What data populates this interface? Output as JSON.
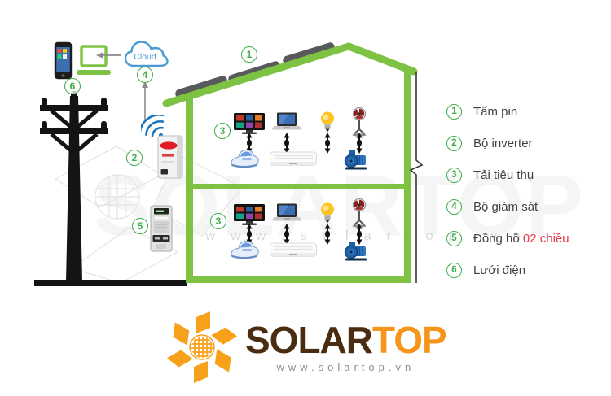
{
  "diagram": {
    "cloud_label": "Cloud",
    "markers": {
      "panel": "1",
      "inverter": "2",
      "load_upper": "3",
      "load_lower": "3",
      "monitor": "4",
      "meter": "5",
      "grid": "6"
    }
  },
  "legend": {
    "items": [
      {
        "num": "1",
        "label": "Tấm pin"
      },
      {
        "num": "2",
        "label": "Bộ inverter"
      },
      {
        "num": "3",
        "label": "Tải tiêu thụ"
      },
      {
        "num": "4",
        "label": "Bộ giám sát"
      },
      {
        "num": "5",
        "label": "Đồng hồ ",
        "highlight": "02 chiều"
      },
      {
        "num": "6",
        "label": "Lưới điện"
      }
    ]
  },
  "watermark": {
    "big_text": "SOLARTOP",
    "url_text": "w w w . s o l a r t o p . v n"
  },
  "logo": {
    "name_primary": "SOLAR",
    "name_secondary": "TOP",
    "website": "www.solartop.vn"
  },
  "colors": {
    "house_green": "#7dc242",
    "marker_green": "#3fae49",
    "panel_gray": "#58595b",
    "cloud_blue": "#4a9bd4",
    "wifi_blue": "#1b75bc",
    "accent_red": "#e8374a",
    "logo_orange": "#f7a11a",
    "logo_brown": "#4a2c11",
    "text_dark": "#414042"
  },
  "icons": {
    "smartphone-icon": "svg-shape",
    "monitor-laptop-icon": "svg-shape",
    "cloud-icon": "svg-shape",
    "wifi-icon": "svg-shape",
    "utility-pole-icon": "svg-shape",
    "inverter-icon": "svg-shape",
    "energy-meter-icon": "svg-shape",
    "solar-panel-icon": "svg-shape",
    "tv-icon": "svg-shape",
    "notebook-icon": "svg-shape",
    "bulb-icon": "svg-shape",
    "fan-icon": "svg-shape",
    "iron-icon": "svg-shape",
    "air-conditioner-icon": "svg-shape",
    "water-pump-icon": "svg-shape",
    "double-arrow-icon": "svg-shape",
    "sun-pinwheel-logo-icon": "svg-shape"
  }
}
